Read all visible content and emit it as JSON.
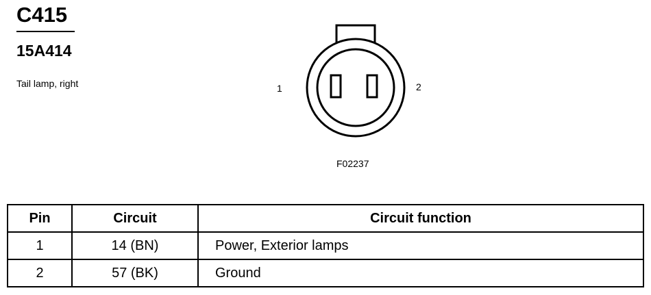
{
  "header": {
    "connector_id": "C415",
    "part_number": "15A414",
    "description": "Tail lamp, right"
  },
  "diagram": {
    "pin_1_label": "1",
    "pin_2_label": "2",
    "figure_code": "F02237"
  },
  "table": {
    "headers": {
      "pin": "Pin",
      "circuit": "Circuit",
      "function": "Circuit function"
    },
    "rows": [
      {
        "pin": "1",
        "circuit": "14 (BN)",
        "function": "Power, Exterior lamps"
      },
      {
        "pin": "2",
        "circuit": "57 (BK)",
        "function": "Ground"
      }
    ]
  }
}
